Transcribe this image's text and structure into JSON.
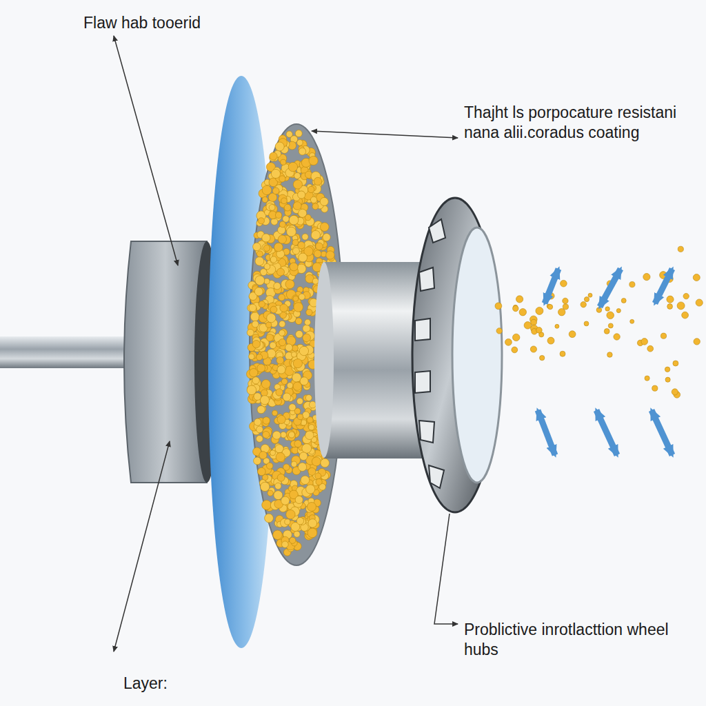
{
  "diagram": {
    "labels": [
      "Flaw hab tooerid",
      "Thajht ls porpocature resistani nana alii.coradus coating",
      "Problictive inrotlacttion wheel hubs",
      "Layer:"
    ]
  }
}
